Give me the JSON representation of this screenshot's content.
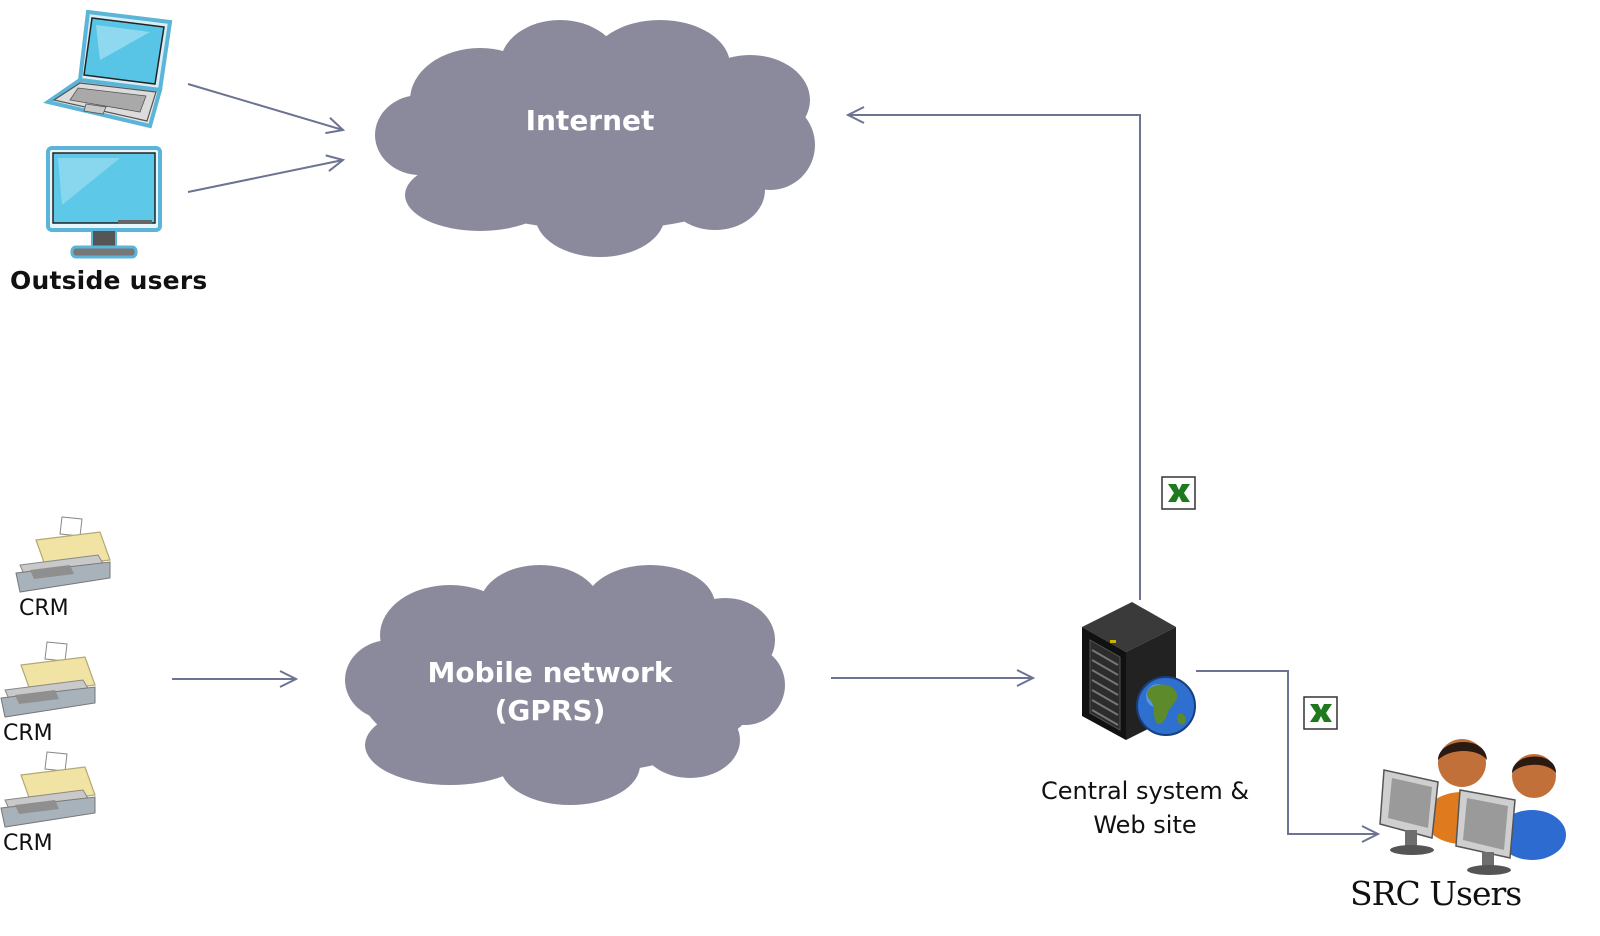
{
  "nodes": {
    "outside_users": {
      "label": "Outside users",
      "icons": [
        "laptop-icon",
        "monitor-icon"
      ]
    },
    "internet": {
      "label": "Internet"
    },
    "crm_devices": [
      {
        "label": "CRM",
        "icon": "cash-register-icon"
      },
      {
        "label": "CRM",
        "icon": "cash-register-icon"
      },
      {
        "label": "CRM",
        "icon": "cash-register-icon"
      }
    ],
    "mobile_network": {
      "label_line1": "Mobile network",
      "label_line2": "(GPRS)"
    },
    "central_system": {
      "label_line1": "Central system &",
      "label_line2": "Web site",
      "icon": "server-globe-icon"
    },
    "src_users": {
      "label": "SRC Users",
      "icon": "users-computers-icon"
    }
  },
  "colors": {
    "cloud_fill": "#8b8a9c",
    "connector": "#6c7393",
    "label_text": "#111111",
    "excel_green": "#1f7a1f"
  }
}
